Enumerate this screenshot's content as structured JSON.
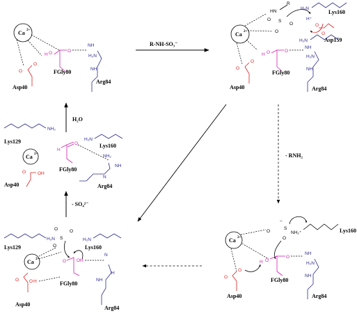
{
  "labels": {
    "ca": "Ca",
    "ca_charge": "2+",
    "fgly80": "FGly80",
    "arg84": "Arg84",
    "asp40": "Asp40",
    "asp159": "Asp159",
    "lys160": "Lys160",
    "lys129": "Lys129"
  },
  "atoms": {
    "O": "O",
    "H": "H",
    "HN": "HN",
    "H2N": "H₂N",
    "NH": "NH",
    "NH2": "NH₂",
    "N": "N",
    "NH2_plus": "NH₂⁺",
    "H_plus": "H⁺",
    "S": "S",
    "OH": "OH",
    "R": "R",
    "minus": "−"
  },
  "arrows": {
    "step1": "R-NH-SO₃⁻",
    "step2": "- RNH₂",
    "step4": "- SO₄²⁻",
    "step5": "H₂O"
  },
  "colors": {
    "blue": "#2b2b8c",
    "red": "#e02020",
    "magenta": "#d11fb0",
    "black": "#000000"
  }
}
